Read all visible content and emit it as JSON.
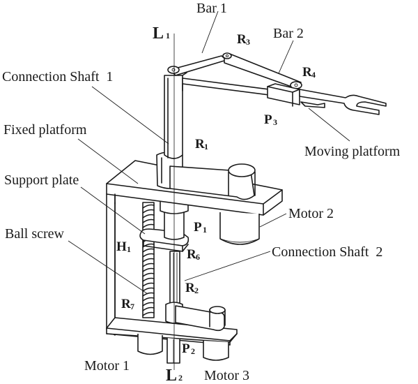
{
  "diagram": {
    "title": "",
    "labels": {
      "bar1": "Bar 1",
      "bar2": "Bar 2",
      "connection_shaft_1": "Connection Shaft  1",
      "fixed_platform": "Fixed platform",
      "support_plate": "Support plate",
      "ball_screw": "Ball screw",
      "moving_platform": "Moving platform",
      "motor1": "Motor 1",
      "motor2": "Motor 2",
      "motor3": "Motor 3",
      "connection_shaft_2": "Connection Shaft  2"
    },
    "symbols": {
      "L1": {
        "main": "L",
        "sub": "1"
      },
      "L2": {
        "main": "L",
        "sub": "2"
      },
      "R1": {
        "main": "R",
        "sub": "1"
      },
      "R2": {
        "main": "R",
        "sub": "2"
      },
      "R3": {
        "main": "R",
        "sub": "3"
      },
      "R4": {
        "main": "R",
        "sub": "4"
      },
      "R6": {
        "main": "R",
        "sub": "6"
      },
      "R7": {
        "main": "R",
        "sub": "7"
      },
      "P1": {
        "main": "P",
        "sub": "1"
      },
      "P2": {
        "main": "P",
        "sub": "2"
      },
      "P3": {
        "main": "P",
        "sub": "3"
      },
      "H1": {
        "main": "H",
        "sub": "1"
      }
    }
  }
}
